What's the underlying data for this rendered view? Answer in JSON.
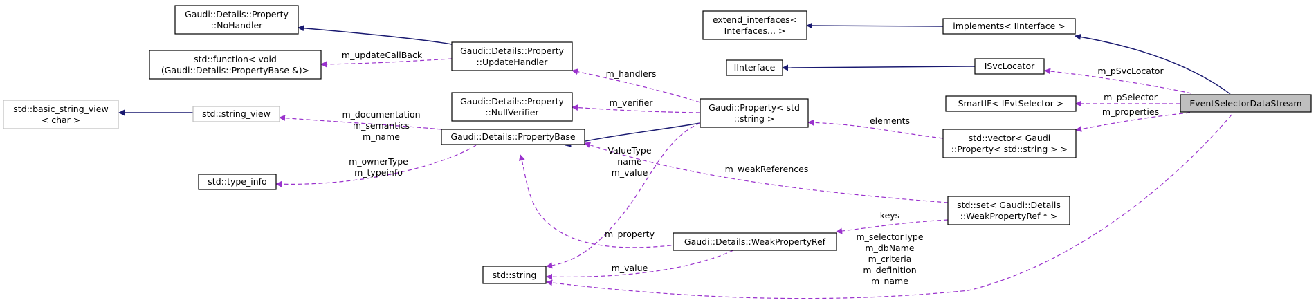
{
  "nodes": [
    {
      "id": "nohandler",
      "lines": [
        "Gaudi::Details::Property",
        "::NoHandler"
      ]
    },
    {
      "id": "stdfunction",
      "lines": [
        "std::function< void",
        "(Gaudi::Details::PropertyBase &)>"
      ]
    },
    {
      "id": "updatehandler",
      "lines": [
        "Gaudi::Details::Property",
        "::UpdateHandler"
      ]
    },
    {
      "id": "nullverifier",
      "lines": [
        "Gaudi::Details::Property",
        "::NullVerifier"
      ]
    },
    {
      "id": "basicstringview",
      "lines": [
        "std::basic_string_view",
        "< char >"
      ]
    },
    {
      "id": "stringview",
      "lines": [
        "std::string_view"
      ]
    },
    {
      "id": "propertybase",
      "lines": [
        "Gaudi::Details::PropertyBase"
      ]
    },
    {
      "id": "typeinfo",
      "lines": [
        "std::type_info"
      ]
    },
    {
      "id": "propertystring",
      "lines": [
        "Gaudi::Property< std",
        "::string >"
      ]
    },
    {
      "id": "extendinterfaces",
      "lines": [
        "extend_interfaces<",
        "Interfaces... >"
      ]
    },
    {
      "id": "iinterface",
      "lines": [
        "IInterface"
      ]
    },
    {
      "id": "implements",
      "lines": [
        "implements< IInterface >"
      ]
    },
    {
      "id": "isvclocator",
      "lines": [
        "ISvcLocator"
      ]
    },
    {
      "id": "smartif",
      "lines": [
        "SmartIF< IEvtSelector >"
      ]
    },
    {
      "id": "vectorproperty",
      "lines": [
        "std::vector< Gaudi",
        "::Property< std::string > >"
      ]
    },
    {
      "id": "setweak",
      "lines": [
        "std::set< Gaudi::Details",
        "::WeakPropertyRef * >"
      ]
    },
    {
      "id": "weakpropertyref",
      "lines": [
        "Gaudi::Details::WeakPropertyRef"
      ]
    },
    {
      "id": "stdstring",
      "lines": [
        "std::string"
      ]
    },
    {
      "id": "eventselectordatastream",
      "lines": [
        "EventSelectorDataStream"
      ]
    }
  ],
  "edge_labels": [
    {
      "id": "updatecallback",
      "lines": [
        "m_updateCallBack"
      ]
    },
    {
      "id": "handlers",
      "lines": [
        "m_handlers"
      ]
    },
    {
      "id": "verifier",
      "lines": [
        "m_verifier"
      ]
    },
    {
      "id": "doc",
      "lines": [
        "m_documentation",
        "m_semantics",
        "m_name"
      ]
    },
    {
      "id": "ownertype",
      "lines": [
        "m_ownerType",
        "m_typeinfo"
      ]
    },
    {
      "id": "valuetype",
      "lines": [
        "ValueType",
        "name",
        "m_value"
      ]
    },
    {
      "id": "elements",
      "lines": [
        "elements"
      ]
    },
    {
      "id": "weakrefs",
      "lines": [
        "m_weakReferences"
      ]
    },
    {
      "id": "svclocator",
      "lines": [
        "m_pSvcLocator"
      ]
    },
    {
      "id": "pselector",
      "lines": [
        "m_pSelector"
      ]
    },
    {
      "id": "properties",
      "lines": [
        "m_properties"
      ]
    },
    {
      "id": "keys",
      "lines": [
        "keys"
      ]
    },
    {
      "id": "mproperty",
      "lines": [
        "m_property"
      ]
    },
    {
      "id": "mvalue",
      "lines": [
        "m_value"
      ]
    },
    {
      "id": "selectortype",
      "lines": [
        "m_selectorType",
        "m_dbName",
        "m_criteria",
        "m_definition",
        "m_name"
      ]
    }
  ],
  "colors": {
    "inheritance_edge": "#191970",
    "usage_edge": "#9a32cd",
    "focus_fill": "#bfbfbf",
    "external_border": "#bfbfbf"
  }
}
